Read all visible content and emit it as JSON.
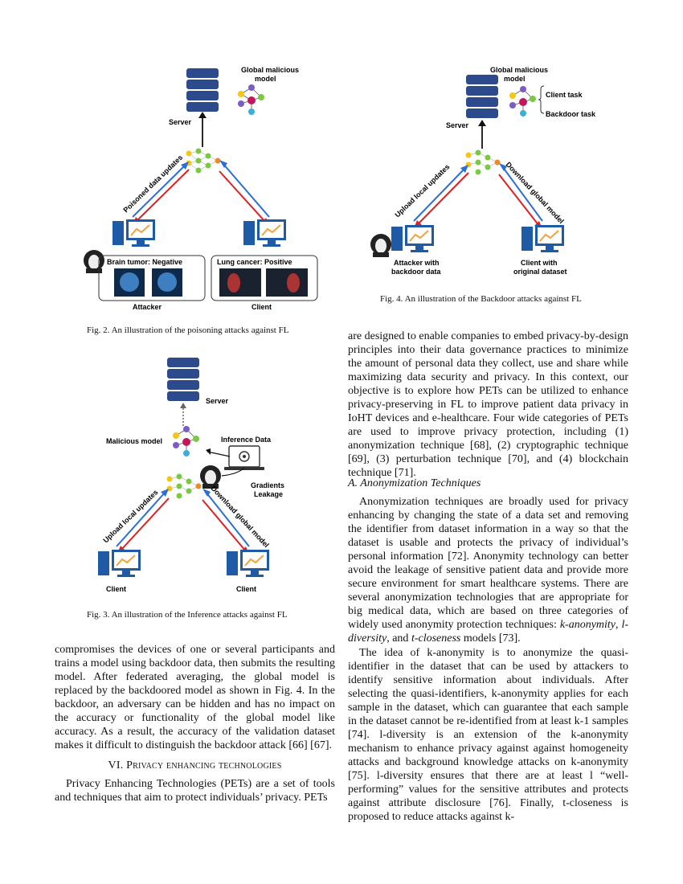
{
  "fig2": {
    "caption": "Fig. 2.   An illustration of the poisoning attacks against FL",
    "global_model_label_1": "Global malicious",
    "global_model_label_2": "model",
    "server_label": "Server",
    "arrow_label": "Poisoned data updates",
    "attacker_box_text": "Brain tumor: Negative",
    "client_box_text": "Lung cancer: Positive",
    "attacker_label": "Attacker",
    "client_label": "Client"
  },
  "fig3": {
    "caption": "Fig. 3.   An illustration of the Inference attacks against FL",
    "server_label": "Server",
    "malicious_label": "Malicious model",
    "inference_label": "Inference Data",
    "gradients_label_1": "Gradients",
    "gradients_label_2": "Leakage",
    "upload_label": "Upload local updates",
    "download_label": "Download global model",
    "client_left": "Client",
    "client_right": "Client"
  },
  "fig4": {
    "caption": "Fig. 4.   An illustration of the Backdoor attacks against FL",
    "global_model_label_1": "Global malicious",
    "global_model_label_2": "model",
    "client_task": "Client task",
    "backdoor_task": "Backdoor task",
    "server_label": "Server",
    "upload_label": "Upload local updates",
    "download_label": "Download global model",
    "attacker_label_1": "Attacker with",
    "attacker_label_2": "backdoor data",
    "client_label_1": "Client with",
    "client_label_2": "original dataset"
  },
  "left_col": {
    "para1": "compromises the devices of one or several participants and trains a model using backdoor data, then submits the resulting model. After federated averaging, the global model is replaced by the backdoored model as shown in Fig. 4. In the backdoor, an adversary can be hidden and has no impact on the accuracy or functionality of the global model like accuracy. As a result, the accuracy of the validation dataset makes it difficult to distinguish the backdoor attack [66] [67].",
    "section_title": "VI. Privacy enhancing technologies",
    "para2": "Privacy Enhancing Technologies (PETs) are a set of tools and techniques that aim to protect individuals’ privacy. PETs"
  },
  "right_col": {
    "para1": "are designed to enable companies to embed privacy-by-design principles into their data governance practices to minimize the amount of personal data they collect, use and share while maximizing data security and privacy. In this context, our objective is to explore how PETs can be utilized to enhance privacy-preserving in FL to improve patient data privacy in IoHT devices and e-healthcare. Four wide categories of PETs are used to improve privacy protection, including (1) anonymization technique [68], (2) cryptographic technique [69], (3) perturbation technique [70], and (4) blockchain technique [71].",
    "subsection": "A. Anonymization Techniques",
    "para2": "Anonymization techniques are broadly used for privacy enhancing by changing the state of a data set and removing the identifier from dataset information in a way so that the dataset is usable and protects the privacy of individual’s personal information [72]. Anonymity technology can better avoid the leakage of sensitive patient data and provide more secure environment for smart healthcare systems. There are several anonymization technologies that are appropriate for big medical data, which are based on three categories of widely used anonymity protection techniques:",
    "para2_em1": "k-anonymity",
    "para2_sep1": ", ",
    "para2_em2": "l-diversity",
    "para2_sep2": ", and ",
    "para2_em3": "t-closeness",
    "para2_tail": " models [73].",
    "para3": "The idea of k-anonymity is to anonymize the quasi-identifier in the dataset that can be used by attackers to identify sensitive information about individuals. After selecting the quasi-identifiers, k-anonymity applies for each sample in the dataset, which can guarantee that each sample in the dataset cannot be re-identified from at least k-1 samples [74]. l-diversity is an extension of the k-anonymity mechanism to enhance privacy against against homogeneity attacks and background knowledge attacks on k-anonymity [75]. l-diversity ensures that there are at least l “well-performing” values for the sensitive attributes and protects against attribute disclosure [76]. Finally, t-closeness is proposed to reduce attacks against k-"
  },
  "colors": {
    "server_blue": "#2c4a8c",
    "monitor_blue": "#1f5aa6",
    "chart_orange": "#f2a23a",
    "arrow_red": "#e02020",
    "arrow_blue": "#2a6fd6",
    "node_green": "#7ac943",
    "node_yellow": "#f5c518",
    "node_orange": "#f08a24"
  }
}
